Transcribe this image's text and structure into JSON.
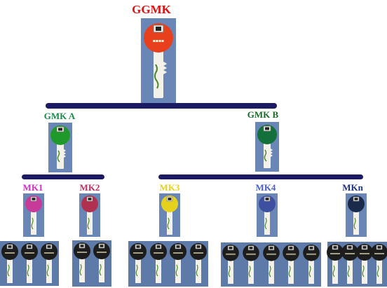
{
  "root": {
    "label": "GGMK",
    "color": "#e01010",
    "head_color": "#e8401c"
  },
  "grand_masters": [
    {
      "label": "GMK A",
      "color": "#1a8a4a",
      "head_color": "#1f9a2a"
    },
    {
      "label": "GMK B",
      "color": "#1b6a2c",
      "head_color": "#13703a"
    }
  ],
  "masters": [
    {
      "label": "MK1",
      "color": "#d030c0",
      "head_color": "#c83a9a",
      "change_keys": 3
    },
    {
      "label": "MK2",
      "color": "#c03060",
      "head_color": "#b03050",
      "change_keys": 2
    },
    {
      "label": "MK3",
      "color": "#e8d020",
      "head_color": "#e6d21c",
      "change_keys": 4
    },
    {
      "label": "MK4",
      "color": "#4a60c8",
      "head_color": "#3f4f9f",
      "change_keys": 5
    },
    {
      "label": "MKn",
      "color": "#203080",
      "head_color": "#1a2a4a",
      "change_keys": 4
    }
  ],
  "colors": {
    "bar": "#1c1a63",
    "card": "#6a86b6",
    "change_key_head": "#1d1d1d"
  }
}
